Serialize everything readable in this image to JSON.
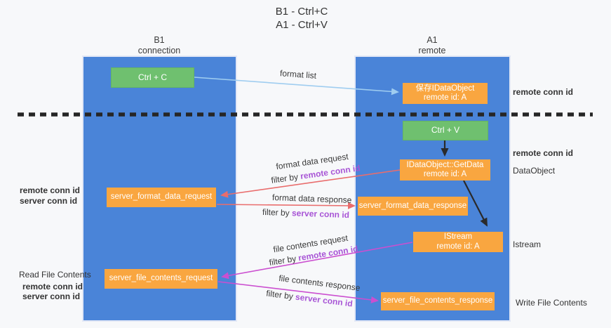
{
  "title": {
    "line1": "B1 - Ctrl+C",
    "line2": "A1 - Ctrl+V"
  },
  "columns": {
    "left": {
      "header_line1": "B1",
      "header_line2": "connection"
    },
    "right": {
      "header_line1": "A1",
      "header_line2": "remote"
    }
  },
  "boxes": {
    "ctrl_c": "Ctrl + C",
    "ctrl_v": "Ctrl + V",
    "save_dataobject_line1": "保存IDataObject",
    "save_dataobject_line2": "remote id: A",
    "getdata_line1": "IDataObject::GetData",
    "getdata_line2": "remote id: A",
    "istream_line1": "IStream",
    "istream_line2": "remote id: A",
    "format_request": "server_format_data_request",
    "format_response": "server_format_data_response",
    "file_request": "server_file_contents_request",
    "file_response": "server_file_contents_response"
  },
  "labels": {
    "format_list": "format list",
    "format_data_request": "format data request",
    "format_data_response": "format data response",
    "file_contents_request": "file contents request",
    "file_contents_response": "file contents response",
    "filter_by": "filter by ",
    "remote_conn_id": "remote conn id",
    "server_conn_id": "server conn id"
  },
  "side_labels": {
    "left_remote_conn_id_top": "remote conn id",
    "left_server_conn_id_top": "server conn id",
    "read_file_contents": "Read File Contents",
    "left_remote_conn_id_bottom": "remote conn id",
    "left_server_conn_id_bottom": "server conn id",
    "right_remote_conn_id_top": "remote conn id",
    "right_remote_conn_id_mid": "remote conn id",
    "dataobject": "DataObject",
    "istream": "Istream",
    "write_file_contents": "Write File Contents"
  },
  "colors": {
    "background": "#f7f8fa",
    "column_blue": "#4a84d8",
    "box_green": "#6fc06f",
    "box_orange": "#f9a640",
    "arrow_light_blue": "#9fcdf0",
    "arrow_red": "#e96d6d",
    "arrow_magenta": "#cb4fd0",
    "arrow_black": "#2a2a2a",
    "text_purple": "#a855d6",
    "text_green": "#4fae51"
  }
}
